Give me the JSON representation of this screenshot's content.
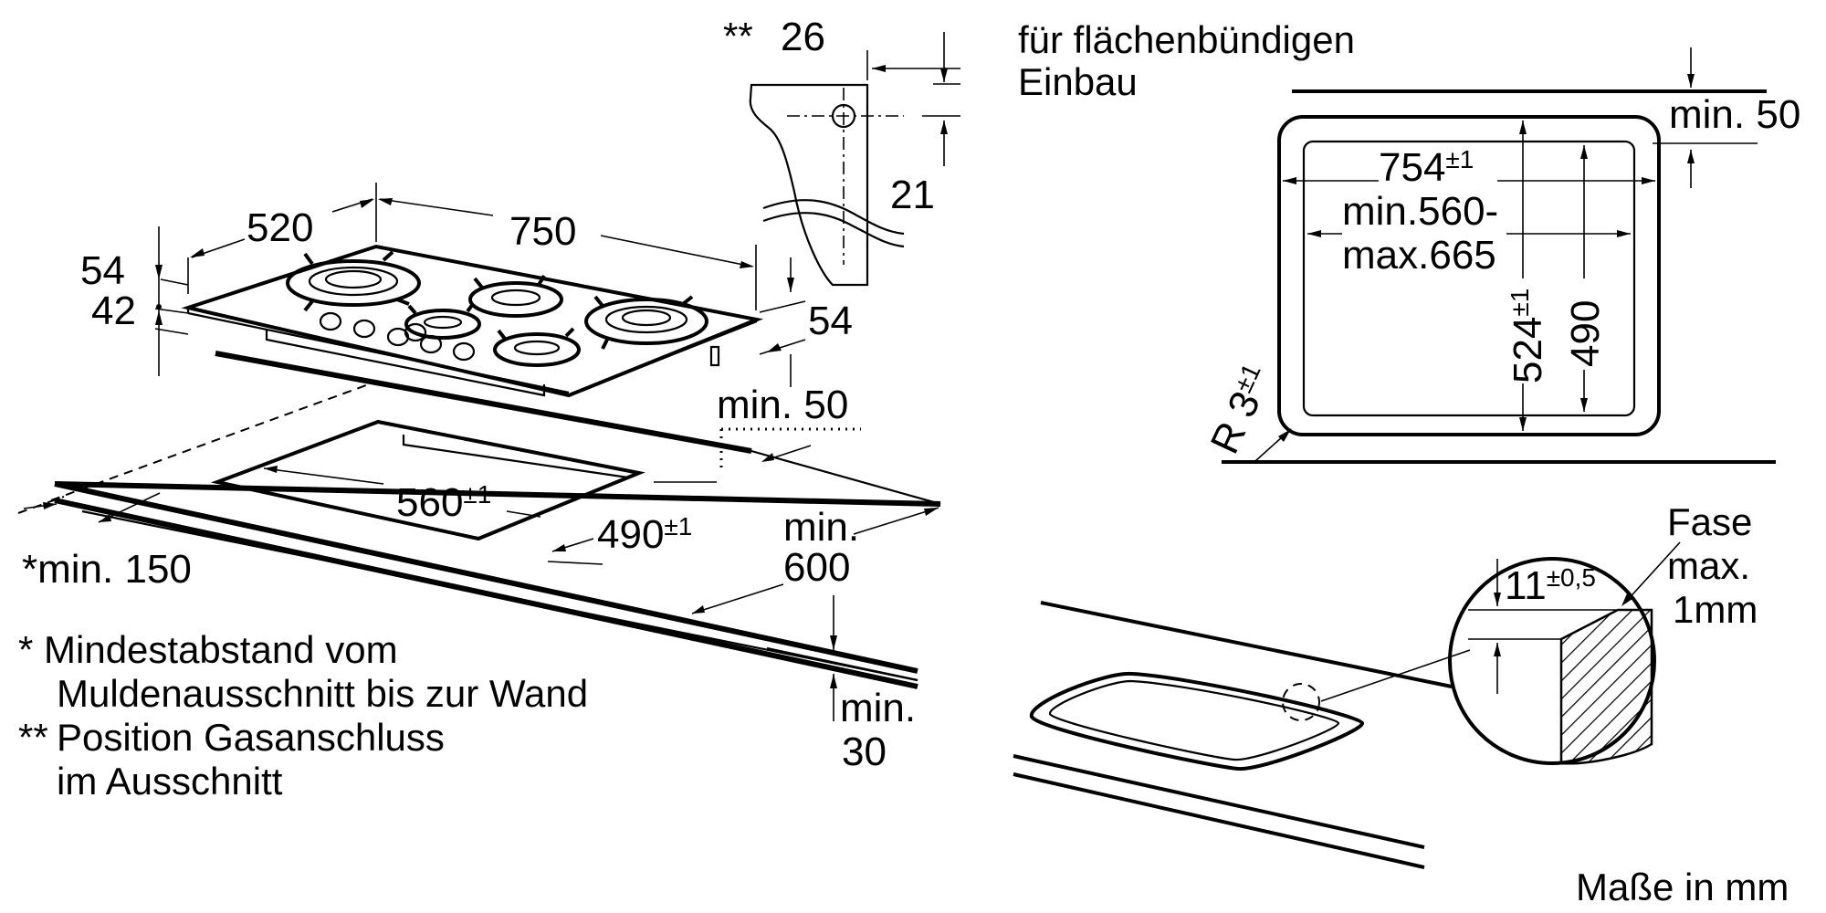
{
  "main_view": {
    "dim_520": "520",
    "dim_750": "750",
    "dim_54_left": "54",
    "dim_42": "42",
    "dim_54_right": "54",
    "min_50": "min. 50",
    "cutout_560": "560",
    "cutout_560_tol": "±1",
    "cutout_490": "490",
    "cutout_490_tol": "±1",
    "min_150": "*min. 150",
    "min_600_line1": "min.",
    "min_600_line2": "600",
    "min_30_line1": "min.",
    "min_30_line2": "30"
  },
  "gas_detail": {
    "marker": "**",
    "dim_26": "26",
    "dim_21": "21"
  },
  "flush_mount": {
    "title_line1": "für flächenbündigen",
    "title_line2": "Einbau",
    "min_50": "min. 50",
    "dim_754": "754",
    "dim_754_tol": "±1",
    "range_line1": "min.560-",
    "range_line2": "max.665",
    "dim_524": "524",
    "dim_524_tol": "±1",
    "dim_490": "490",
    "radius_r": "R 3",
    "radius_tol": "±1"
  },
  "edge_detail": {
    "chamfer_line1": "Fase",
    "chamfer_line2": "max.",
    "chamfer_line3": "1mm",
    "dim_11": "11",
    "dim_11_tol": "±0,5"
  },
  "footnotes": {
    "note1_line1": "* Mindestabstand vom",
    "note1_line2": "Muldenausschnitt bis zur Wand",
    "note2_marker": "**",
    "note2_line1": "Position Gasanschluss",
    "note2_line2": "im Ausschnitt"
  },
  "units_note": "Maße in mm"
}
